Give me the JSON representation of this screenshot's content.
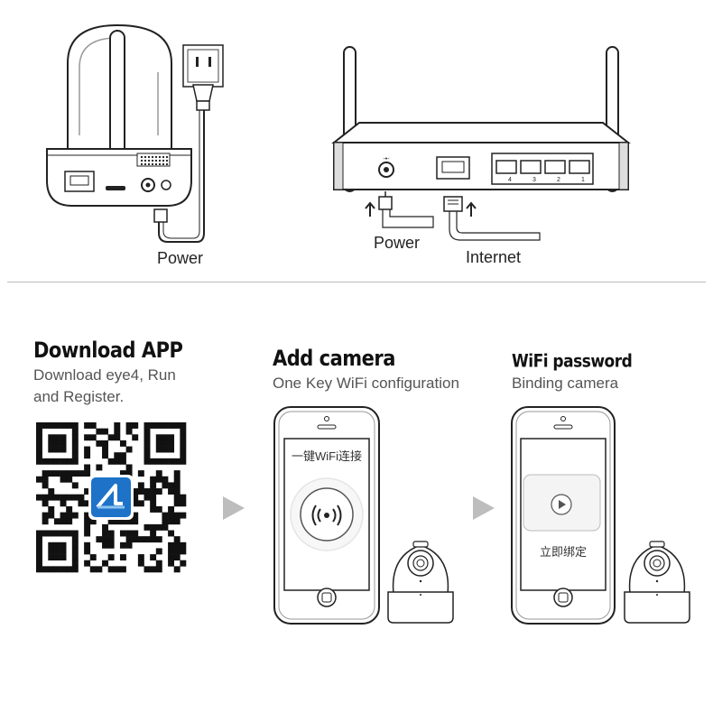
{
  "setup": {
    "camera_power_label": "Power",
    "router_power_label": "Power",
    "router_internet_label": "Internet",
    "router_port_numbers": [
      "4",
      "3",
      "2",
      "1"
    ]
  },
  "steps": [
    {
      "title": "Download APP",
      "subtitle_line1": "Download eye4, Run",
      "subtitle_line2": "and Register."
    },
    {
      "title": "Add camera",
      "subtitle_line1": "One Key WiFi configuration",
      "screen_title": "一键WiFi连接"
    },
    {
      "title": "WiFi password",
      "subtitle_line1": "Binding camera",
      "screen_button": "立即绑定"
    }
  ],
  "icons": [
    "camera-icon",
    "power-plug-icon",
    "router-icon",
    "qr-code-icon",
    "app-logo-icon",
    "arrow-right-icon",
    "smartphone-icon",
    "wifi-signal-icon",
    "play-icon"
  ],
  "colors": {
    "arrow": "#bdbdbd",
    "logo": "#1e73c8",
    "line": "#222222"
  }
}
